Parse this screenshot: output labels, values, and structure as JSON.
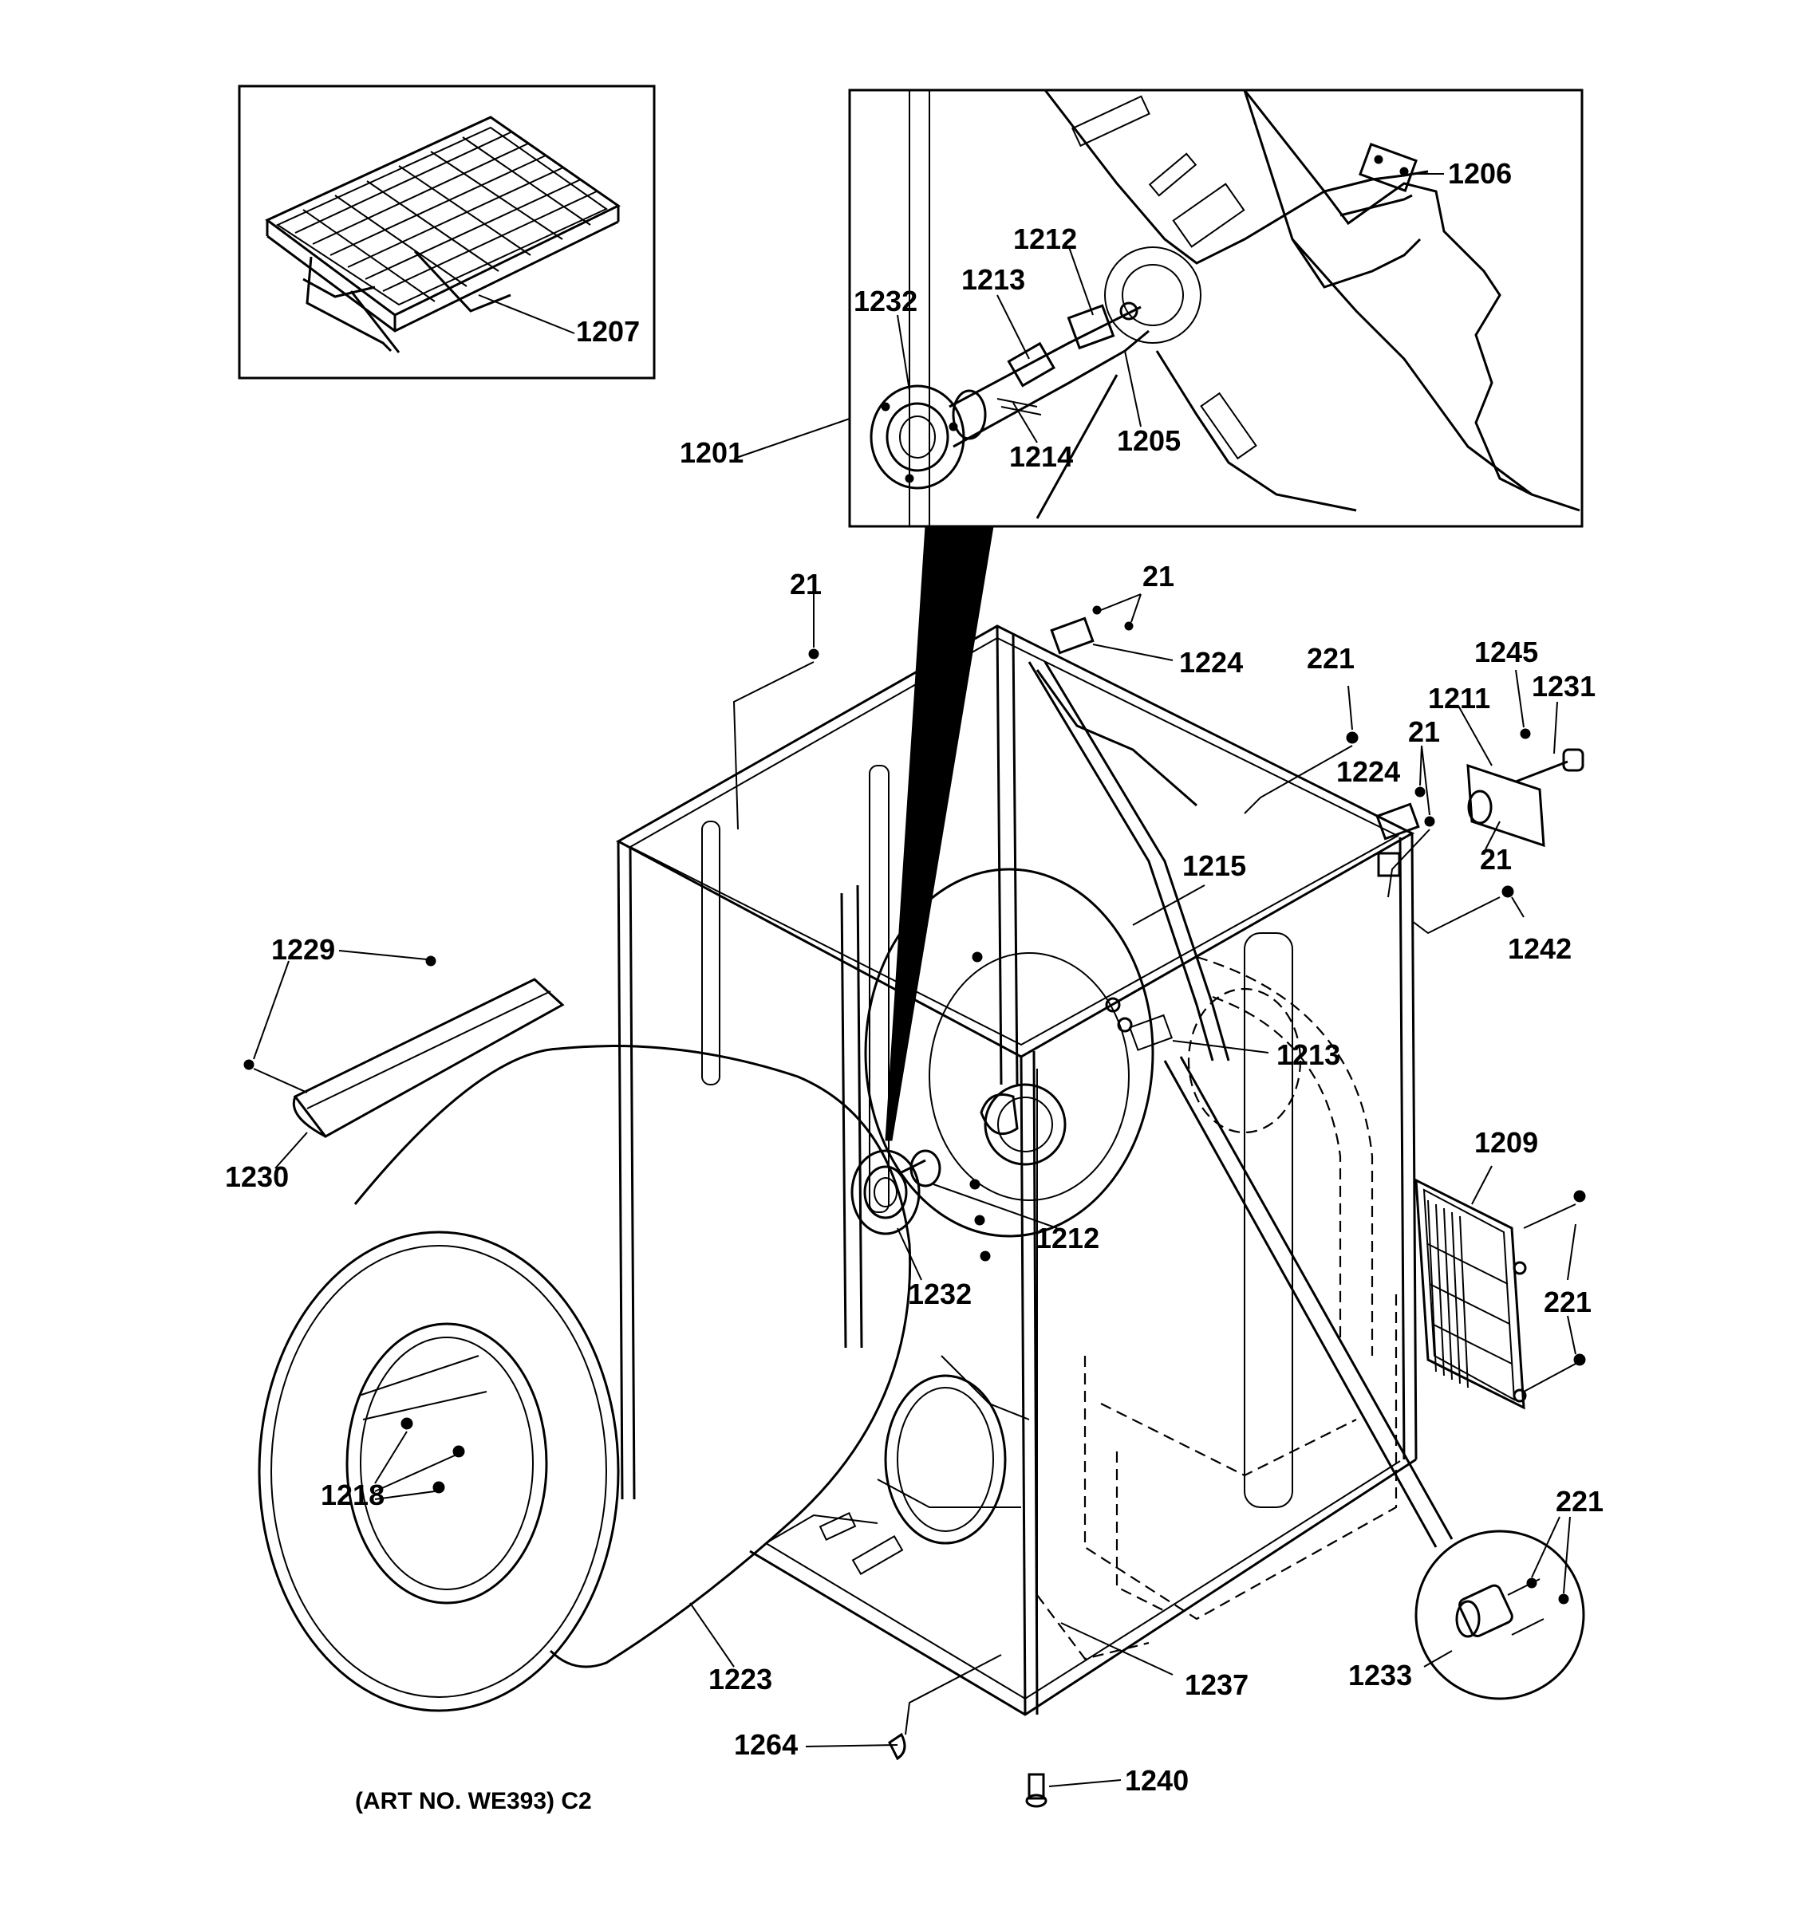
{
  "labels": {
    "l1207": "1207",
    "l1206": "1206",
    "l1212a": "1212",
    "l1213a": "1213",
    "l1232a": "1232",
    "l1201": "1201",
    "l1214": "1214",
    "l1205": "1205",
    "l21a": "21",
    "l21b": "21",
    "l1224a": "1224",
    "l221a": "221",
    "l1245": "1245",
    "l1211": "1211",
    "l1231": "1231",
    "l21c": "21",
    "l1224b": "1224",
    "l21d": "21",
    "l1242": "1242",
    "l1215": "1215",
    "l1229": "1229",
    "l1213b": "1213",
    "l1230": "1230",
    "l1209": "1209",
    "l1212b": "1212",
    "l1232b": "1232",
    "l221b": "221",
    "l1218": "1218",
    "l221c": "221",
    "l1223": "1223",
    "l1237": "1237",
    "l1233": "1233",
    "l1264": "1264",
    "l1240": "1240"
  },
  "art_number": "(ART NO. WE393) C2"
}
